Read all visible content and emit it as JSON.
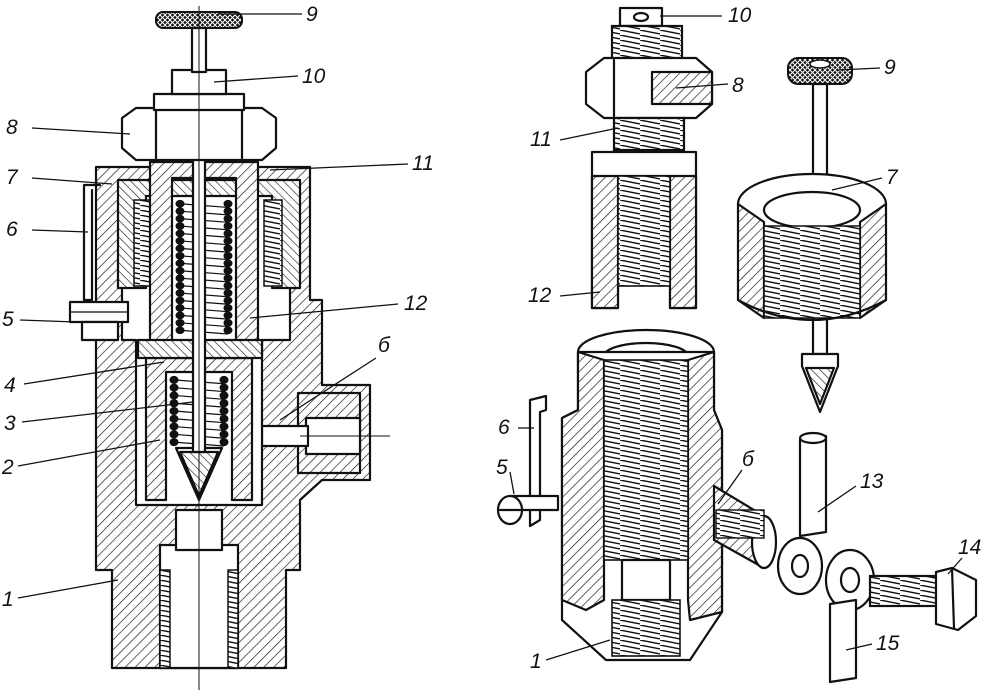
{
  "labels": {
    "n1": "1",
    "n2": "2",
    "n3": "3",
    "n4": "4",
    "n5": "5",
    "n6": "6",
    "n7": "7",
    "n8": "8",
    "n9": "9",
    "n10": "10",
    "n11": "11",
    "n12": "12",
    "n13": "13",
    "n14": "14",
    "n15": "15",
    "b": "б"
  },
  "colors": {
    "ink": "#111111",
    "paper": "#ffffff"
  }
}
